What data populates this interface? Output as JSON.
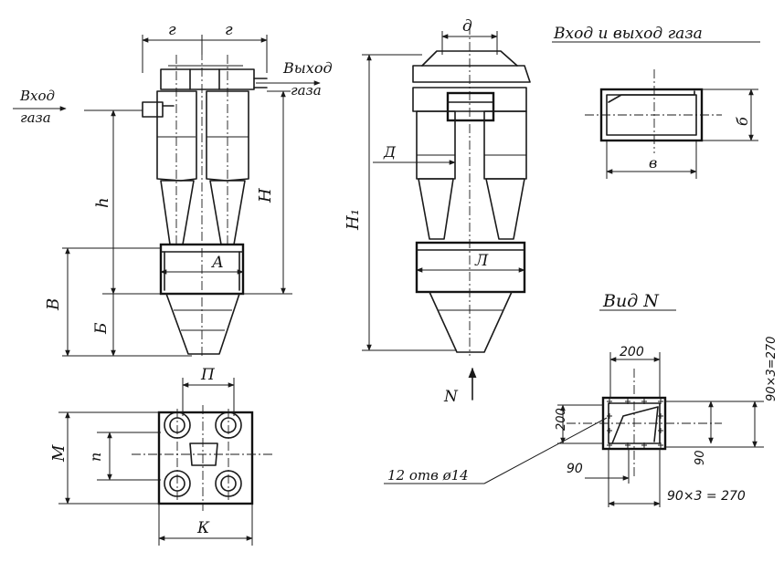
{
  "colors": {
    "ink": "#1a1a1a",
    "paper": "#ffffff"
  },
  "labels": {
    "inlet_a": "Вход",
    "inlet_b": "газа",
    "outlet_a": "Выход",
    "outlet_b": "газа",
    "g1": "г",
    "g2": "г",
    "h": "h",
    "H": "Н",
    "A": "А",
    "V": "В",
    "B": "Б",
    "d": "д",
    "D": "Д",
    "H1": "Н₁",
    "L": "Л",
    "N": "N",
    "io_title": "Вход и выход газа",
    "b_small": "б",
    "v_small": "в",
    "view_title": "Вид N",
    "dim200_top": "200",
    "dim200_left": "200",
    "dim_90x3_right": "90×3=270",
    "dim90_right": "90",
    "dim90_bottom": "90",
    "dim_90x3_bottom": "90×3 = 270",
    "holes": "12 отв ø14",
    "P_cap": "П",
    "p_small": "п",
    "M": "М",
    "K": "К"
  }
}
